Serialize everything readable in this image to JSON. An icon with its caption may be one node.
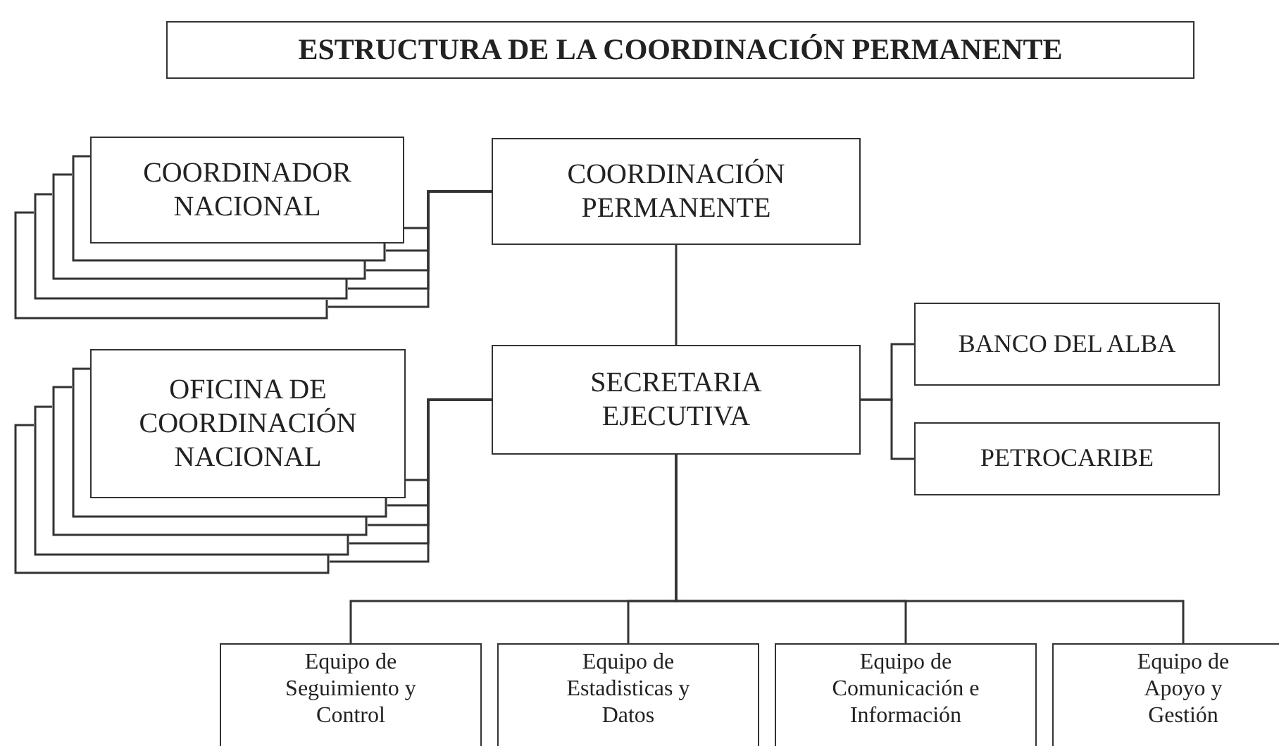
{
  "diagram": {
    "title": "ESTRUCTURA DE LA COORDINACIÓN PERMANENTE",
    "nodes": [
      {
        "text": [
          "COORDINADOR NACIONAL"
        ]
      },
      {
        "text": [],
        "shape": "box"
      },
      {
        "text": [],
        "shape": "box"
      },
      {
        "text": [],
        "shape": "box"
      },
      {
        "text": [],
        "shape": "box"
      },
      {
        "text": [
          "COORDINACIÓN PERMANENTE"
        ]
      },
      {
        "text": [
          "OFICINA DE COORDINACIÓN NACIONAL"
        ]
      },
      {
        "text": [],
        "shape": "box"
      },
      {
        "text": [],
        "shape": "box"
      },
      {
        "text": [],
        "shape": "box"
      },
      {
        "text": [],
        "shape": "box"
      },
      {
        "text": [
          "SECRETARIA EJECUTIVA"
        ]
      },
      {
        "text": [
          "BANCO DEL ALBA"
        ]
      },
      {
        "text": [
          "PETROCARIBE"
        ]
      },
      {
        "text": [
          "Equipo de Seguimiento y Control"
        ]
      },
      {
        "text": [
          "Equipo de Estadisticas y Datos"
        ]
      },
      {
        "text": [
          "Equipo de Comunicación e Información"
        ]
      },
      {
        "text": [
          "Equipo de Apoyo y Gestión"
        ]
      }
    ],
    "edges": [
      {
        "from": 0,
        "to": 5,
        "arrow": "none"
      },
      {
        "from": 1,
        "to": 5,
        "arrow": "none"
      },
      {
        "from": 2,
        "to": 5,
        "arrow": "none"
      },
      {
        "from": 3,
        "to": 5,
        "arrow": "none"
      },
      {
        "from": 4,
        "to": 5,
        "arrow": "none"
      },
      {
        "from": 5,
        "to": 11,
        "arrow": "none"
      },
      {
        "from": 6,
        "to": 11,
        "arrow": "none"
      },
      {
        "from": 7,
        "to": 11,
        "arrow": "none"
      },
      {
        "from": 8,
        "to": 11,
        "arrow": "none"
      },
      {
        "from": 9,
        "to": 11,
        "arrow": "none"
      },
      {
        "from": 10,
        "to": 11,
        "arrow": "none"
      },
      {
        "from": 11,
        "to": 12,
        "arrow": "none"
      },
      {
        "from": 11,
        "to": 13,
        "arrow": "none"
      },
      {
        "from": 11,
        "to": 14,
        "arrow": "none"
      },
      {
        "from": 11,
        "to": 15,
        "arrow": "none"
      },
      {
        "from": 11,
        "to": 16,
        "arrow": "none"
      },
      {
        "from": 11,
        "to": 17,
        "arrow": "none"
      }
    ]
  }
}
